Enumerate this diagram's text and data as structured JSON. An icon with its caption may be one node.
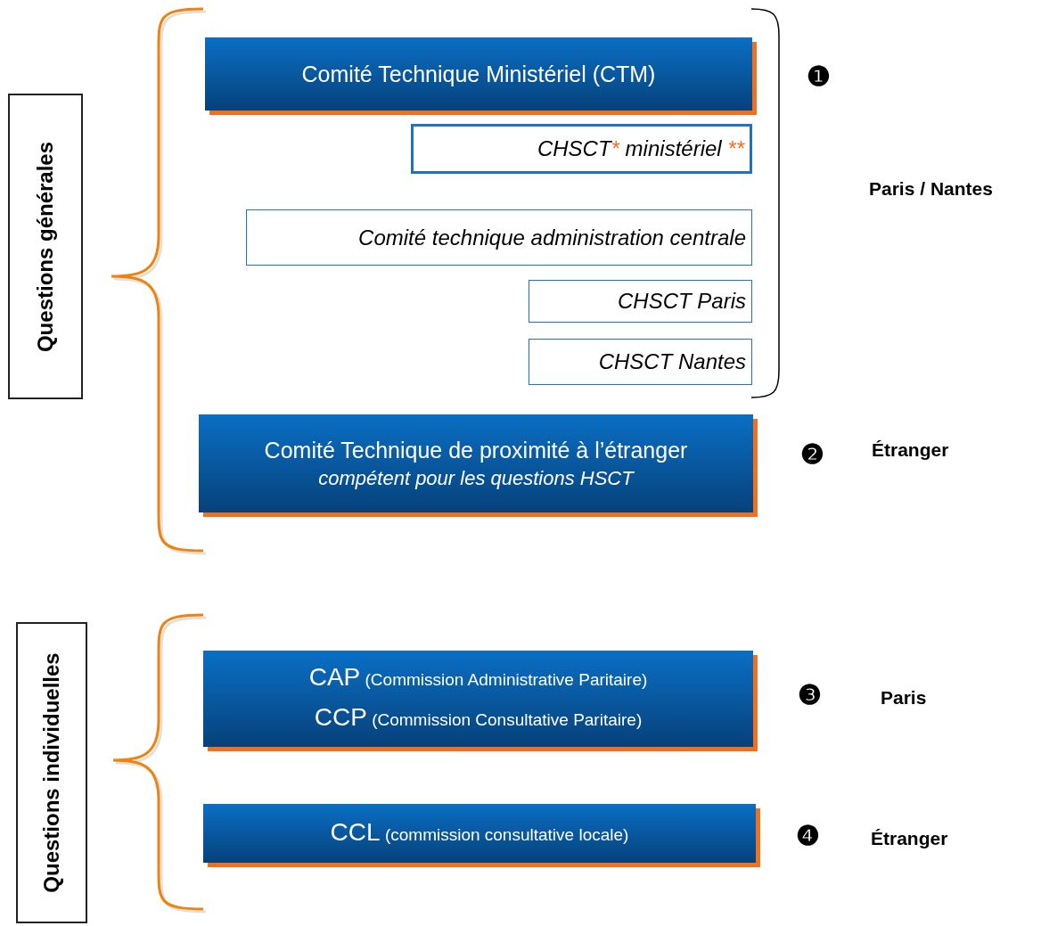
{
  "diagram": {
    "nodes": [
      {
        "text": [
          "Questions générales"
        ]
      },
      {
        "text": [
          "Comité Technique Ministériel (CTM)"
        ]
      },
      {
        "text": [
          "CHSCT* ministériel **"
        ]
      },
      {
        "text": [
          "Comité technique administration centrale"
        ]
      },
      {
        "text": [
          "CHSCT Paris"
        ]
      },
      {
        "text": [
          "CHSCT Nantes"
        ]
      },
      {
        "text": [
          "Comité Technique de proximité à l’étranger",
          "compétent pour les questions HSCT"
        ]
      },
      {
        "text": [
          "Questions individuelles"
        ]
      },
      {
        "text": [
          "CAP (Commission Administrative Paritaire)",
          "CCP (Commission Consultative Paritaire)"
        ]
      },
      {
        "text": [
          "CCL (commission consultative locale)"
        ]
      }
    ],
    "labels": [
      "❶",
      "Paris / Nantes",
      "❷",
      "Étranger",
      "❸",
      "Paris",
      "❹",
      "Étranger"
    ]
  }
}
